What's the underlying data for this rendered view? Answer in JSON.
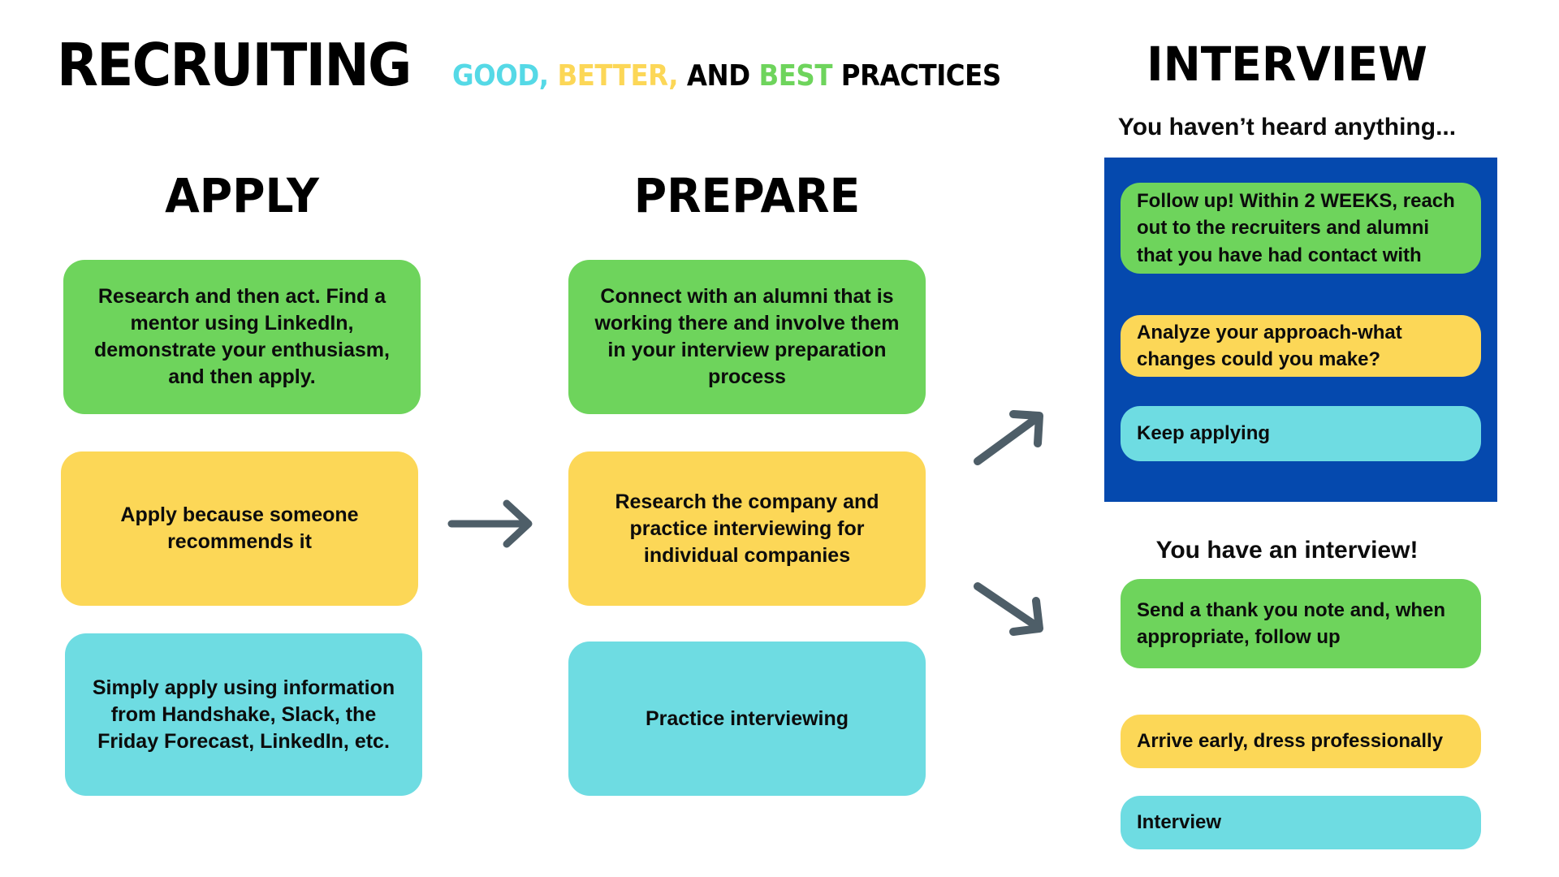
{
  "title": {
    "main": "RECRUITING",
    "parts": [
      {
        "text": "GOOD,",
        "color": "#55D9E6"
      },
      {
        "text": " BETTER,",
        "color": "#FCD757"
      },
      {
        "text": " AND ",
        "color": "#000000"
      },
      {
        "text": "BEST",
        "color": "#6ED45C"
      },
      {
        "text": " PRACTICES",
        "color": "#000000"
      }
    ],
    "good": "GOOD,",
    "better": " BETTER,",
    "and": " AND ",
    "best": "BEST",
    "practices": " PRACTICES"
  },
  "colors": {
    "good_cyan": "#55D9E6",
    "better_yellow": "#FCD757",
    "best_green": "#6ED45C",
    "card_green": "#6ED45C",
    "card_yellow": "#FCD757",
    "card_cyan": "#6EDCE2",
    "panel_blue": "#0549AE",
    "arrow_gray": "#4E5E68",
    "text_black": "#0c0c0c"
  },
  "columns": {
    "apply": {
      "heading": "APPLY",
      "cards": [
        {
          "level": "best",
          "color": "#6ED45C",
          "text": "Research and then act. Find a mentor using LinkedIn, demonstrate your enthusiasm, and then apply."
        },
        {
          "level": "better",
          "color": "#FCD757",
          "text": "Apply because someone recommends it"
        },
        {
          "level": "good",
          "color": "#6EDCE2",
          "text": "Simply apply using information from Handshake, Slack, the Friday Forecast, LinkedIn, etc."
        }
      ]
    },
    "prepare": {
      "heading": "PREPARE",
      "cards": [
        {
          "level": "best",
          "color": "#6ED45C",
          "text": "Connect with an alumni that is working there and involve them in your interview preparation process"
        },
        {
          "level": "better",
          "color": "#FCD757",
          "text": "Research the company and practice interviewing for individual companies"
        },
        {
          "level": "good",
          "color": "#6EDCE2",
          "text": "Practice interviewing"
        }
      ]
    },
    "interview": {
      "heading": "INTERVIEW",
      "no_response": {
        "subtitle": "You haven’t heard anything...",
        "cards": [
          {
            "level": "best",
            "color": "#6ED45C",
            "text": "Follow up! Within 2 WEEKS, reach out to the recruiters and alumni that you have had contact with"
          },
          {
            "level": "better",
            "color": "#FCD757",
            "text": "Analyze your approach-what changes could you make?"
          },
          {
            "level": "good",
            "color": "#6EDCE2",
            "text": "Keep applying"
          }
        ]
      },
      "has_interview": {
        "subtitle": "You have an interview!",
        "cards": [
          {
            "level": "best",
            "color": "#6ED45C",
            "text": "Send a thank you note and, when appropriate,  follow up"
          },
          {
            "level": "better",
            "color": "#FCD757",
            "text": "Arrive early, dress professionally"
          },
          {
            "level": "good",
            "color": "#6EDCE2",
            "text": "Interview"
          }
        ]
      }
    }
  },
  "arrows": [
    {
      "name": "apply-to-prepare",
      "direction": "right"
    },
    {
      "name": "prepare-to-no-response",
      "direction": "up-right"
    },
    {
      "name": "prepare-to-has-interview",
      "direction": "down-right"
    }
  ]
}
